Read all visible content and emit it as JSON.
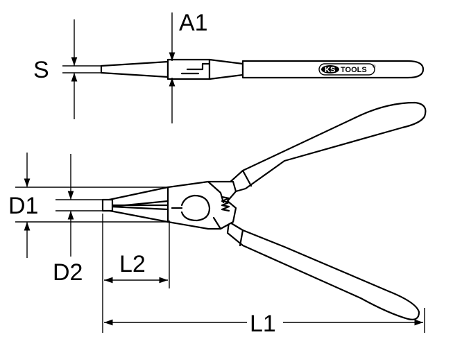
{
  "labels": {
    "s": "S",
    "a1": "A1",
    "d1": "D1",
    "d2": "D2",
    "l1": "L1",
    "l2": "L2"
  },
  "logo": {
    "brand_ks": "KS",
    "brand_tools": "TOOLS",
    "trademark": "®"
  }
}
